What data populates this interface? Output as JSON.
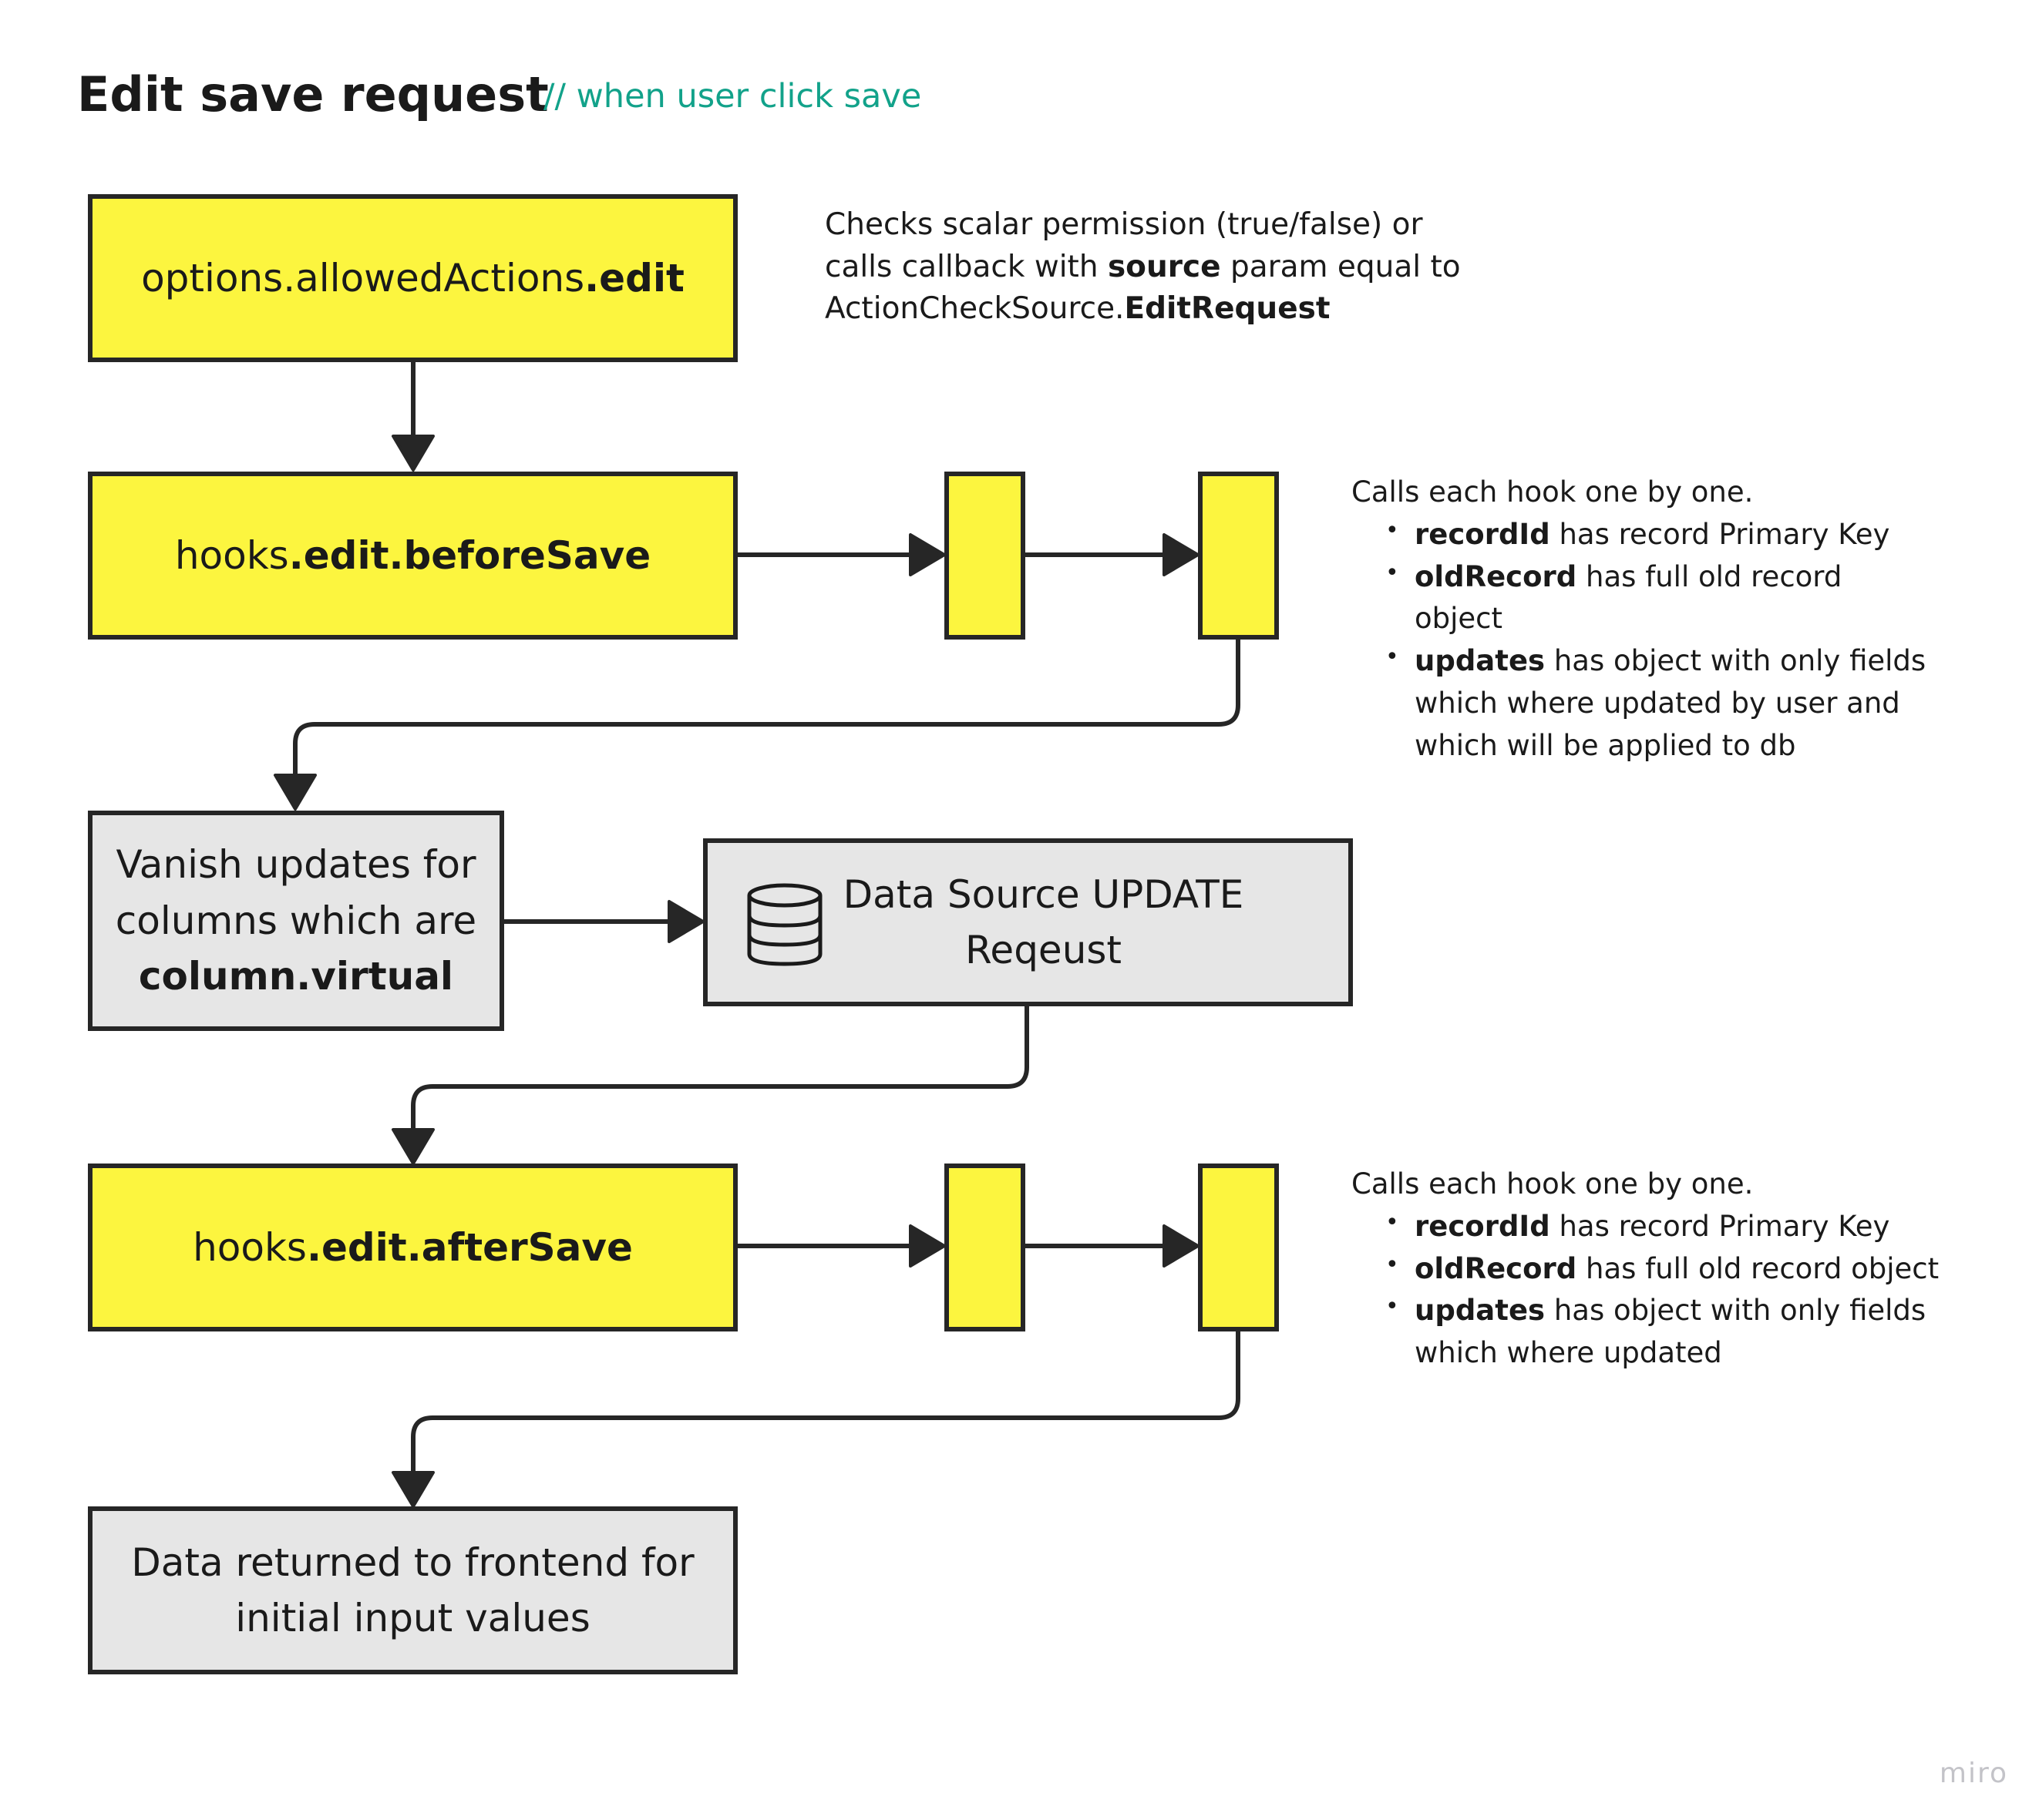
{
  "header": {
    "title": "Edit save request",
    "subtitle": "// when user click save"
  },
  "nodes": {
    "allowed_actions": {
      "prefix": "options.allowedActions",
      "bold": ".edit"
    },
    "before_save": {
      "prefix": "hooks",
      "bold": ".edit.beforeSave"
    },
    "vanish": {
      "line1": "Vanish updates for",
      "line2": "columns which are",
      "bold": "column.virtual"
    },
    "data_source": {
      "line1": "Data Source UPDATE",
      "line2": "Reqeust",
      "icon": "database-icon"
    },
    "after_save": {
      "prefix": "hooks",
      "bold": ".edit.afterSave"
    },
    "returned": {
      "line1": "Data returned to frontend for",
      "line2": "initial input values"
    }
  },
  "notes": {
    "permission": {
      "t1": "Checks scalar permission (true/false) or",
      "t2": "calls callback with ",
      "t2_bold": "source",
      "t2_rest": " param equal to",
      "t3": "ActionCheckSource.",
      "t3_bold": "EditRequest"
    },
    "before_hooks": {
      "intro": "Calls each hook one by one.",
      "items": [
        {
          "key": "recordId",
          "text": " has record Primary Key"
        },
        {
          "key": "oldRecord",
          "text": " has full old record object"
        },
        {
          "key": "updates",
          "text": " has object with only fields which where updated by user and which will be applied to db"
        }
      ]
    },
    "after_hooks": {
      "intro": "Calls each hook one by one.",
      "items": [
        {
          "key": "recordId",
          "text": " has record Primary Key"
        },
        {
          "key": "oldRecord",
          "text": " has full old record object"
        },
        {
          "key": "updates",
          "text": " has object with only fields which where updated"
        }
      ]
    }
  },
  "footer": {
    "brand": "miro"
  },
  "colors": {
    "yellow": "#fcf53f",
    "grey": "#e6e6e6",
    "stroke": "#262626",
    "accent": "#12a28a"
  }
}
